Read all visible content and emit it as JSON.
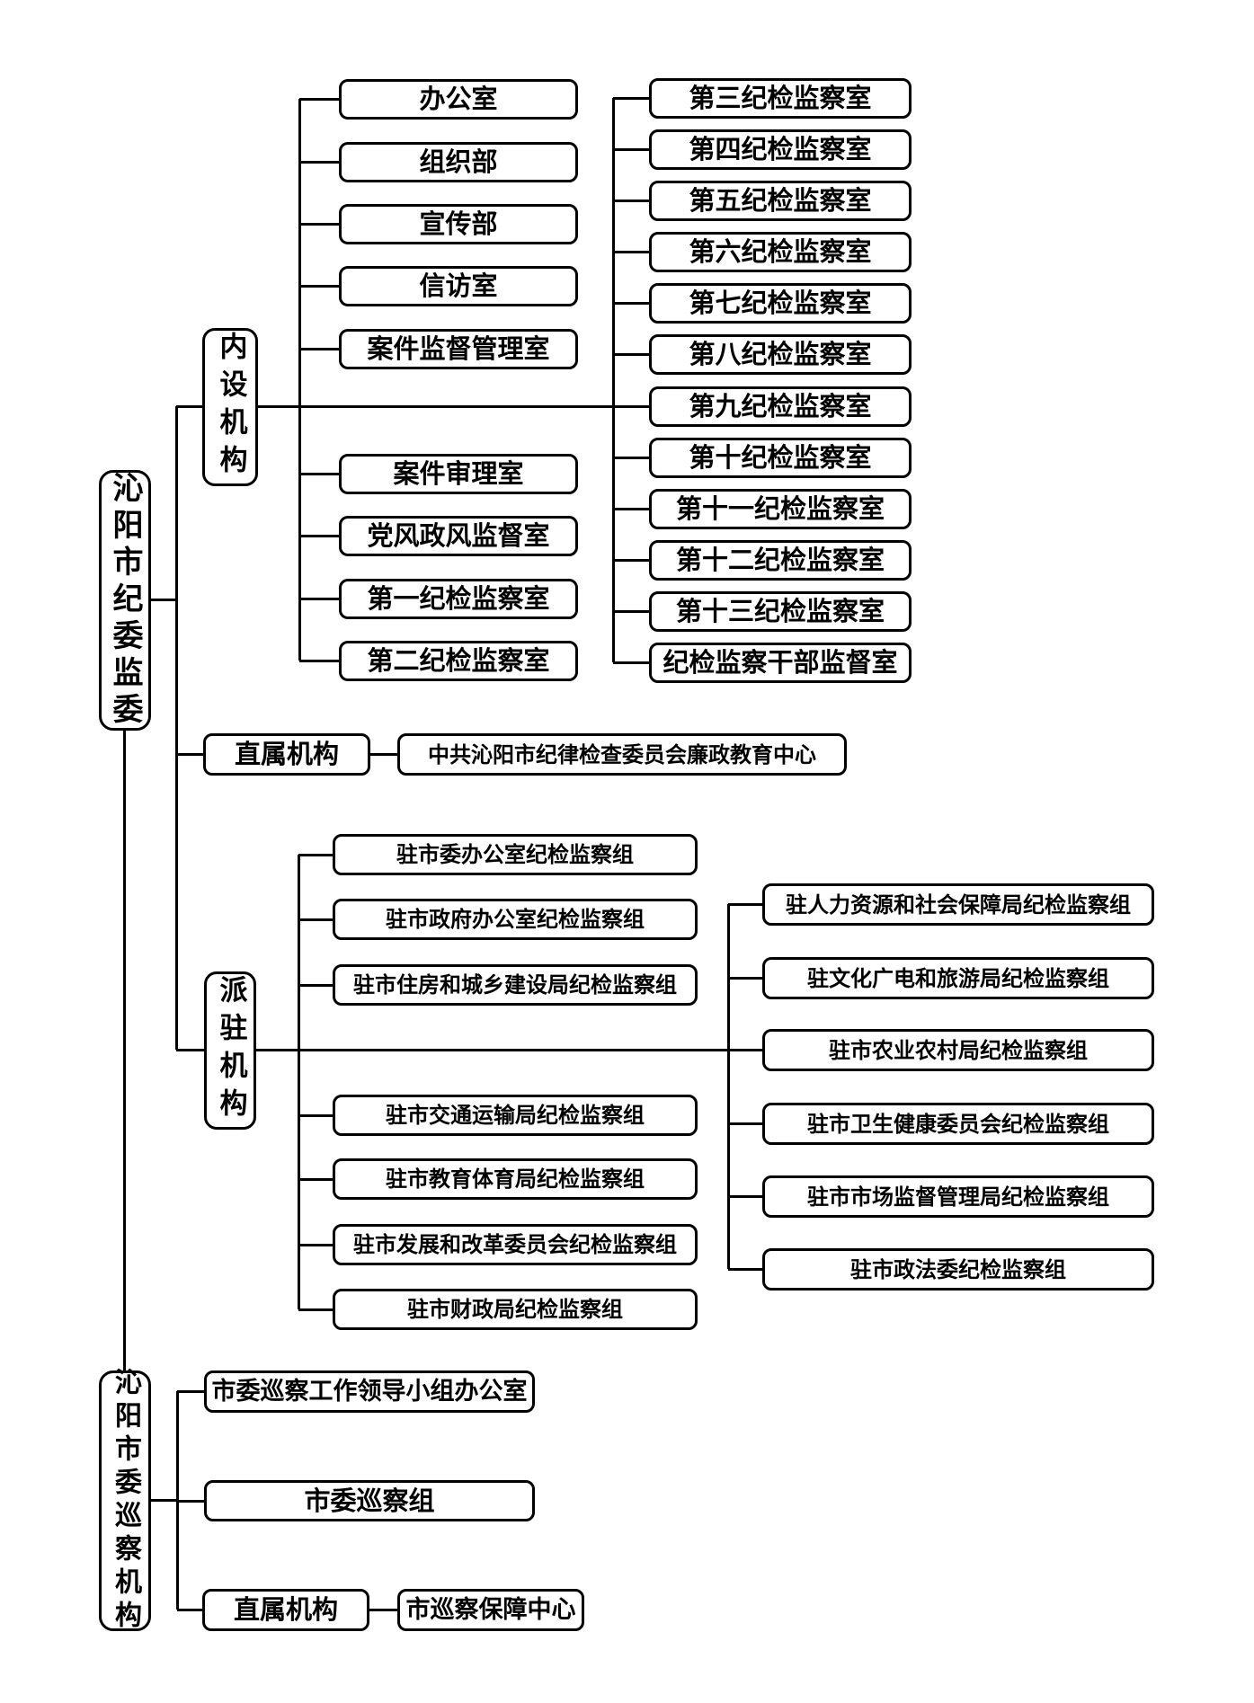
{
  "colors": {
    "background": "#ffffff",
    "line": "#000000",
    "box_border": "#000000",
    "text": "#000000"
  },
  "tree": {
    "root1": {
      "label": "沁阳市纪委监委",
      "children": [
        {
          "label": "内设机构",
          "left_children": [
            "办公室",
            "组织部",
            "宣传部",
            "信访室",
            "案件监督管理室",
            "案件审理室",
            "党风政风监督室",
            "第一纪检监察室",
            "第二纪检监察室"
          ],
          "right_children": [
            "第三纪检监察室",
            "第四纪检监察室",
            "第五纪检监察室",
            "第六纪检监察室",
            "第七纪检监察室",
            "第八纪检监察室",
            "第九纪检监察室",
            "第十纪检监察室",
            "第十一纪检监察室",
            "第十二纪检监察室",
            "第十三纪检监察室",
            "纪检监察干部监督室"
          ]
        },
        {
          "label": "直属机构",
          "children": [
            "中共沁阳市纪律检查委员会廉政教育中心"
          ]
        },
        {
          "label": "派驻机构",
          "left_children": [
            "驻市委办公室纪检监察组",
            "驻市政府办公室纪检监察组",
            "驻市住房和城乡建设局纪检监察组",
            "驻市交通运输局纪检监察组",
            "驻市教育体育局纪检监察组",
            "驻市发展和改革委员会纪检监察组",
            "驻市财政局纪检监察组"
          ],
          "right_children": [
            "驻人力资源和社会保障局纪检监察组",
            "驻文化广电和旅游局纪检监察组",
            "驻市农业农村局纪检监察组",
            "驻市卫生健康委员会纪检监察组",
            "驻市市场监督管理局纪检监察组",
            "驻市政法委纪检监察组"
          ]
        }
      ]
    },
    "root2": {
      "label": "沁阳市委巡察机构",
      "children": [
        {
          "label": "市委巡察工作领导小组办公室"
        },
        {
          "label": "市委巡察组"
        },
        {
          "label": "直属机构",
          "children": [
            "市巡察保障中心"
          ]
        }
      ]
    }
  }
}
